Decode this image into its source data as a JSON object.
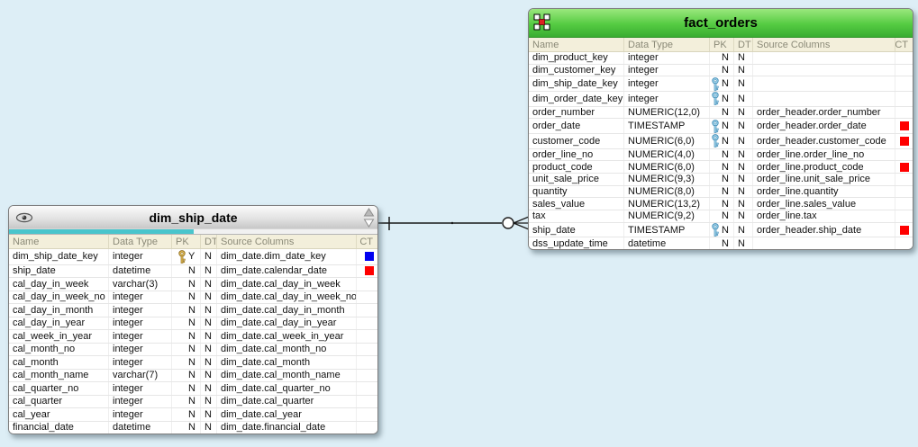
{
  "diagram": {
    "background_color": "#ddeef6",
    "colors": {
      "fact_header_green": "#55cb42",
      "dim_header_gray": "#e3e3e3",
      "column_band_cream": "#f3efdb",
      "progress_cyan": "#49c5cc",
      "ct_red": "#ff0000",
      "ct_blue": "#0000f0",
      "key_blue_fill": "#a6daf0",
      "key_blue_stroke": "#4a90b8",
      "key_gold_fill": "#e9c45f",
      "key_gold_stroke": "#927022"
    }
  },
  "relationship": {
    "from_table": "dim_ship_date",
    "to_table": "fact_orders",
    "from_cardinality": "one",
    "to_cardinality": "zero-or-many"
  },
  "tables": [
    {
      "name": "fact_orders",
      "title": "fact_orders",
      "kind": "fact",
      "columns": [
        "Name",
        "Data Type",
        "PK",
        "DT",
        "Source Columns",
        "CT"
      ],
      "rows": [
        {
          "name": "dim_product_key",
          "type": "integer",
          "key": "",
          "pk": "N",
          "dt": "N",
          "source": "",
          "ct": ""
        },
        {
          "name": "dim_customer_key",
          "type": "integer",
          "key": "",
          "pk": "N",
          "dt": "N",
          "source": "",
          "ct": ""
        },
        {
          "name": "dim_ship_date_key",
          "type": "integer",
          "key": "blue",
          "pk": "N",
          "dt": "N",
          "source": "",
          "ct": ""
        },
        {
          "name": "dim_order_date_key",
          "type": "integer",
          "key": "blue",
          "pk": "N",
          "dt": "N",
          "source": "",
          "ct": ""
        },
        {
          "name": "order_number",
          "type": "NUMERIC(12,0)",
          "key": "",
          "pk": "N",
          "dt": "N",
          "source": "order_header.order_number",
          "ct": ""
        },
        {
          "name": "order_date",
          "type": "TIMESTAMP",
          "key": "blue",
          "pk": "N",
          "dt": "N",
          "source": "order_header.order_date",
          "ct": "red"
        },
        {
          "name": "customer_code",
          "type": "NUMERIC(6,0)",
          "key": "blue",
          "pk": "N",
          "dt": "N",
          "source": "order_header.customer_code",
          "ct": "red"
        },
        {
          "name": "order_line_no",
          "type": "NUMERIC(4,0)",
          "key": "",
          "pk": "N",
          "dt": "N",
          "source": "order_line.order_line_no",
          "ct": ""
        },
        {
          "name": "product_code",
          "type": "NUMERIC(6,0)",
          "key": "",
          "pk": "N",
          "dt": "N",
          "source": "order_line.product_code",
          "ct": "red"
        },
        {
          "name": "unit_sale_price",
          "type": "NUMERIC(9,3)",
          "key": "",
          "pk": "N",
          "dt": "N",
          "source": "order_line.unit_sale_price",
          "ct": ""
        },
        {
          "name": "quantity",
          "type": "NUMERIC(8,0)",
          "key": "",
          "pk": "N",
          "dt": "N",
          "source": "order_line.quantity",
          "ct": ""
        },
        {
          "name": "sales_value",
          "type": "NUMERIC(13,2)",
          "key": "",
          "pk": "N",
          "dt": "N",
          "source": "order_line.sales_value",
          "ct": ""
        },
        {
          "name": "tax",
          "type": "NUMERIC(9,2)",
          "key": "",
          "pk": "N",
          "dt": "N",
          "source": "order_line.tax",
          "ct": ""
        },
        {
          "name": "ship_date",
          "type": "TIMESTAMP",
          "key": "blue",
          "pk": "N",
          "dt": "N",
          "source": "order_header.ship_date",
          "ct": "red"
        },
        {
          "name": "dss_update_time",
          "type": "datetime",
          "key": "",
          "pk": "N",
          "dt": "N",
          "source": "",
          "ct": ""
        }
      ]
    },
    {
      "name": "dim_ship_date",
      "title": "dim_ship_date",
      "kind": "dimension",
      "header_progress_fraction": 0.5,
      "columns": [
        "Name",
        "Data Type",
        "PK",
        "DT",
        "Source Columns",
        "CT"
      ],
      "rows": [
        {
          "name": "dim_ship_date_key",
          "type": "integer",
          "key": "gold",
          "pk": "Y",
          "dt": "N",
          "source": "dim_date.dim_date_key",
          "ct": "blue"
        },
        {
          "name": "ship_date",
          "type": "datetime",
          "key": "",
          "pk": "N",
          "dt": "N",
          "source": "dim_date.calendar_date",
          "ct": "red"
        },
        {
          "name": "cal_day_in_week",
          "type": "varchar(3)",
          "key": "",
          "pk": "N",
          "dt": "N",
          "source": "dim_date.cal_day_in_week",
          "ct": ""
        },
        {
          "name": "cal_day_in_week_no",
          "type": "integer",
          "key": "",
          "pk": "N",
          "dt": "N",
          "source": "dim_date.cal_day_in_week_no",
          "ct": ""
        },
        {
          "name": "cal_day_in_month",
          "type": "integer",
          "key": "",
          "pk": "N",
          "dt": "N",
          "source": "dim_date.cal_day_in_month",
          "ct": ""
        },
        {
          "name": "cal_day_in_year",
          "type": "integer",
          "key": "",
          "pk": "N",
          "dt": "N",
          "source": "dim_date.cal_day_in_year",
          "ct": ""
        },
        {
          "name": "cal_week_in_year",
          "type": "integer",
          "key": "",
          "pk": "N",
          "dt": "N",
          "source": "dim_date.cal_week_in_year",
          "ct": ""
        },
        {
          "name": "cal_month_no",
          "type": "integer",
          "key": "",
          "pk": "N",
          "dt": "N",
          "source": "dim_date.cal_month_no",
          "ct": ""
        },
        {
          "name": "cal_month",
          "type": "integer",
          "key": "",
          "pk": "N",
          "dt": "N",
          "source": "dim_date.cal_month",
          "ct": ""
        },
        {
          "name": "cal_month_name",
          "type": "varchar(7)",
          "key": "",
          "pk": "N",
          "dt": "N",
          "source": "dim_date.cal_month_name",
          "ct": ""
        },
        {
          "name": "cal_quarter_no",
          "type": "integer",
          "key": "",
          "pk": "N",
          "dt": "N",
          "source": "dim_date.cal_quarter_no",
          "ct": ""
        },
        {
          "name": "cal_quarter",
          "type": "integer",
          "key": "",
          "pk": "N",
          "dt": "N",
          "source": "dim_date.cal_quarter",
          "ct": ""
        },
        {
          "name": "cal_year",
          "type": "integer",
          "key": "",
          "pk": "N",
          "dt": "N",
          "source": "dim_date.cal_year",
          "ct": ""
        },
        {
          "name": "financial_date",
          "type": "datetime",
          "key": "",
          "pk": "N",
          "dt": "N",
          "source": "dim_date.financial_date",
          "ct": ""
        }
      ]
    }
  ]
}
